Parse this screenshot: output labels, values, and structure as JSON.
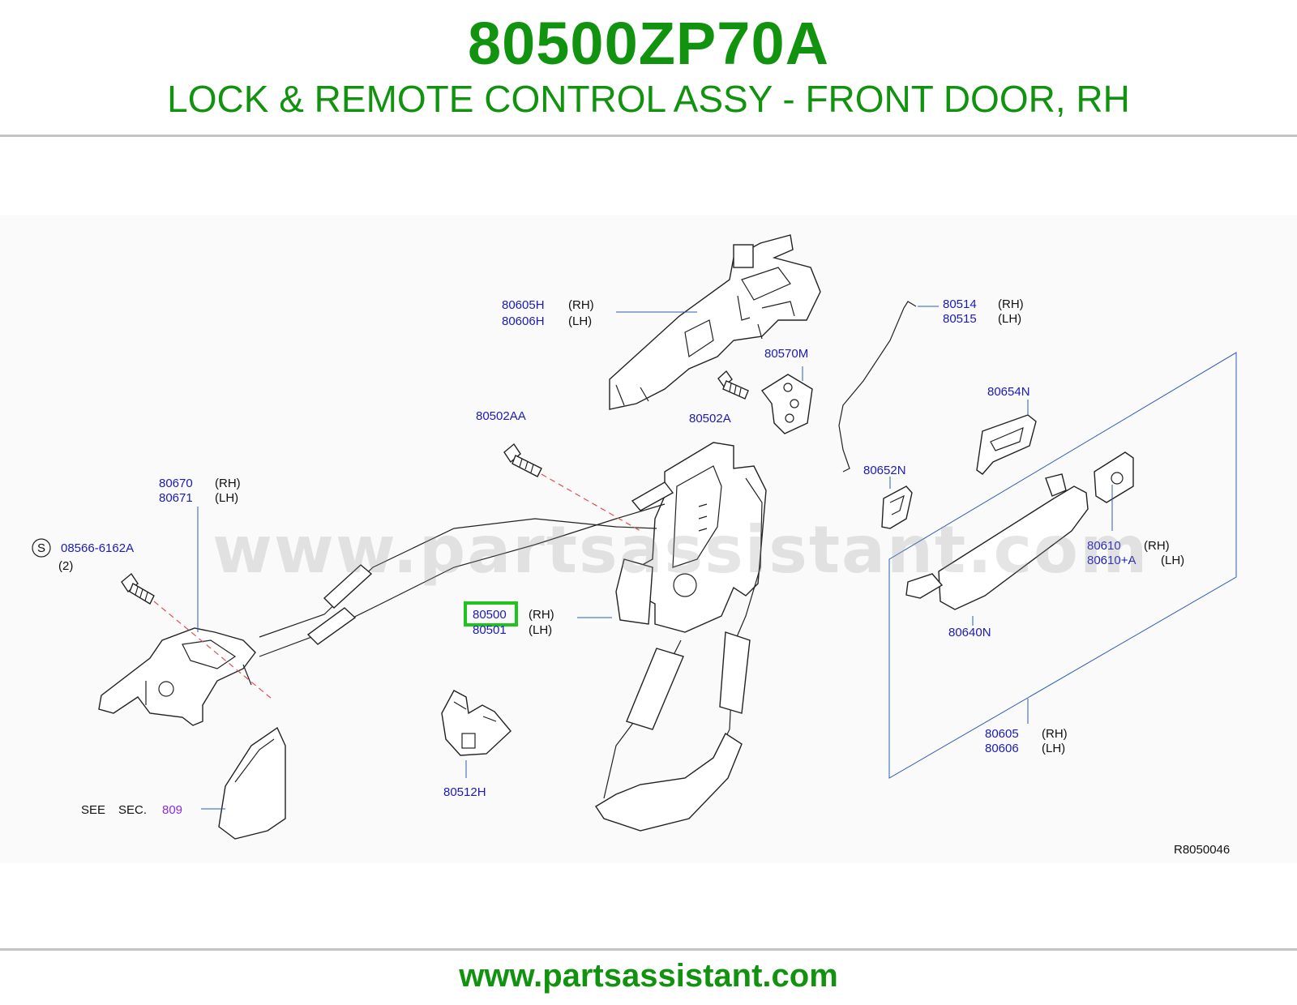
{
  "header": {
    "part_number": "80500ZP70A",
    "description": "LOCK & REMOTE CONTROL ASSY - FRONT DOOR, RH"
  },
  "callouts": {
    "c80605H": "80605H",
    "c80605H_side": "(RH)",
    "c80606H": "80606H",
    "c80606H_side": "(LH)",
    "c80514": "80514",
    "c80514_side": "(RH)",
    "c80515": "80515",
    "c80515_side": "(LH)",
    "c80570M": "80570M",
    "c80502A": "80502A",
    "c80502AA": "80502AA",
    "c80654N": "80654N",
    "c80652N": "80652N",
    "c80670": "80670",
    "c80670_side": "(RH)",
    "c80671": "80671",
    "c80671_side": "(LH)",
    "s_marker": "S",
    "c08566": "08566-6162A",
    "c08566_qty": "(2)",
    "c80500": "80500",
    "c80500_side": "(RH)",
    "c80501": "80501",
    "c80501_side": "(LH)",
    "c80610": "80610",
    "c80610_side": "(RH)",
    "c80610A": "80610+A",
    "c80610A_side": "(LH)",
    "c80640N": "80640N",
    "c80605": "80605",
    "c80605_side": "(RH)",
    "c80606": "80606",
    "c80606_side": "(LH)",
    "c80512H": "80512H",
    "see_label": "SEE",
    "sec_label": "SEC.",
    "sec_number": "809",
    "diagram_ref": "R8050046"
  },
  "highlight_color": "#1fc41f",
  "brand_color": "#12930f",
  "watermark": "www.partsassistant.com",
  "footer": {
    "url": "www.partsassistant.com"
  }
}
